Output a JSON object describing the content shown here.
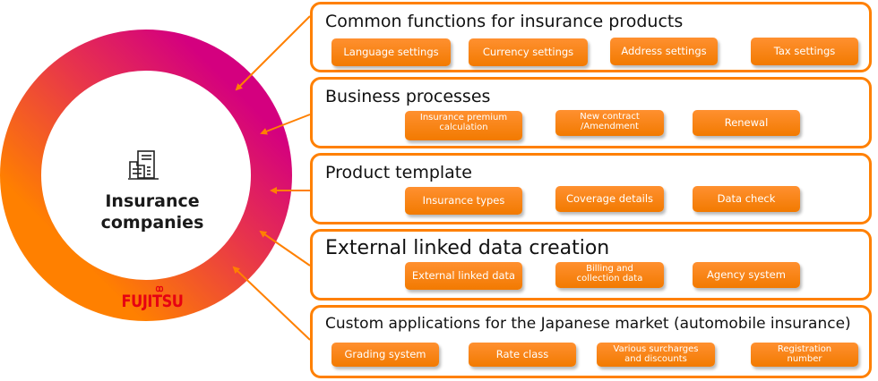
{
  "colors": {
    "accent_orange": "#ff8000",
    "button_orange": "#f27a00",
    "ring_magenta": "#d4007f",
    "ring_orange": "#ff8000",
    "logo_red": "#e60012"
  },
  "center": {
    "icon": "building-icon",
    "label_line1": "Insurance",
    "label_line2": "companies",
    "logo": "FUJITSU"
  },
  "panels": [
    {
      "title": "Common functions for insurance products",
      "buttons": [
        "Language settings",
        "Currency settings",
        "Address settings",
        "Tax settings"
      ]
    },
    {
      "title": "Business processes",
      "buttons": [
        "Insurance premium\ncalculation",
        "New contract\n/Amendment",
        "Renewal"
      ]
    },
    {
      "title": "Product template",
      "buttons": [
        "Insurance types",
        "Coverage details",
        "Data check"
      ]
    },
    {
      "title": "External linked data creation",
      "buttons": [
        "External linked data",
        "Billing and\ncollection data",
        "Agency system"
      ]
    },
    {
      "title": "Custom applications for the Japanese market (automobile insurance)",
      "buttons": [
        "Grading system",
        "Rate class",
        "Various surcharges\nand discounts",
        "Registration\nnumber"
      ]
    }
  ]
}
